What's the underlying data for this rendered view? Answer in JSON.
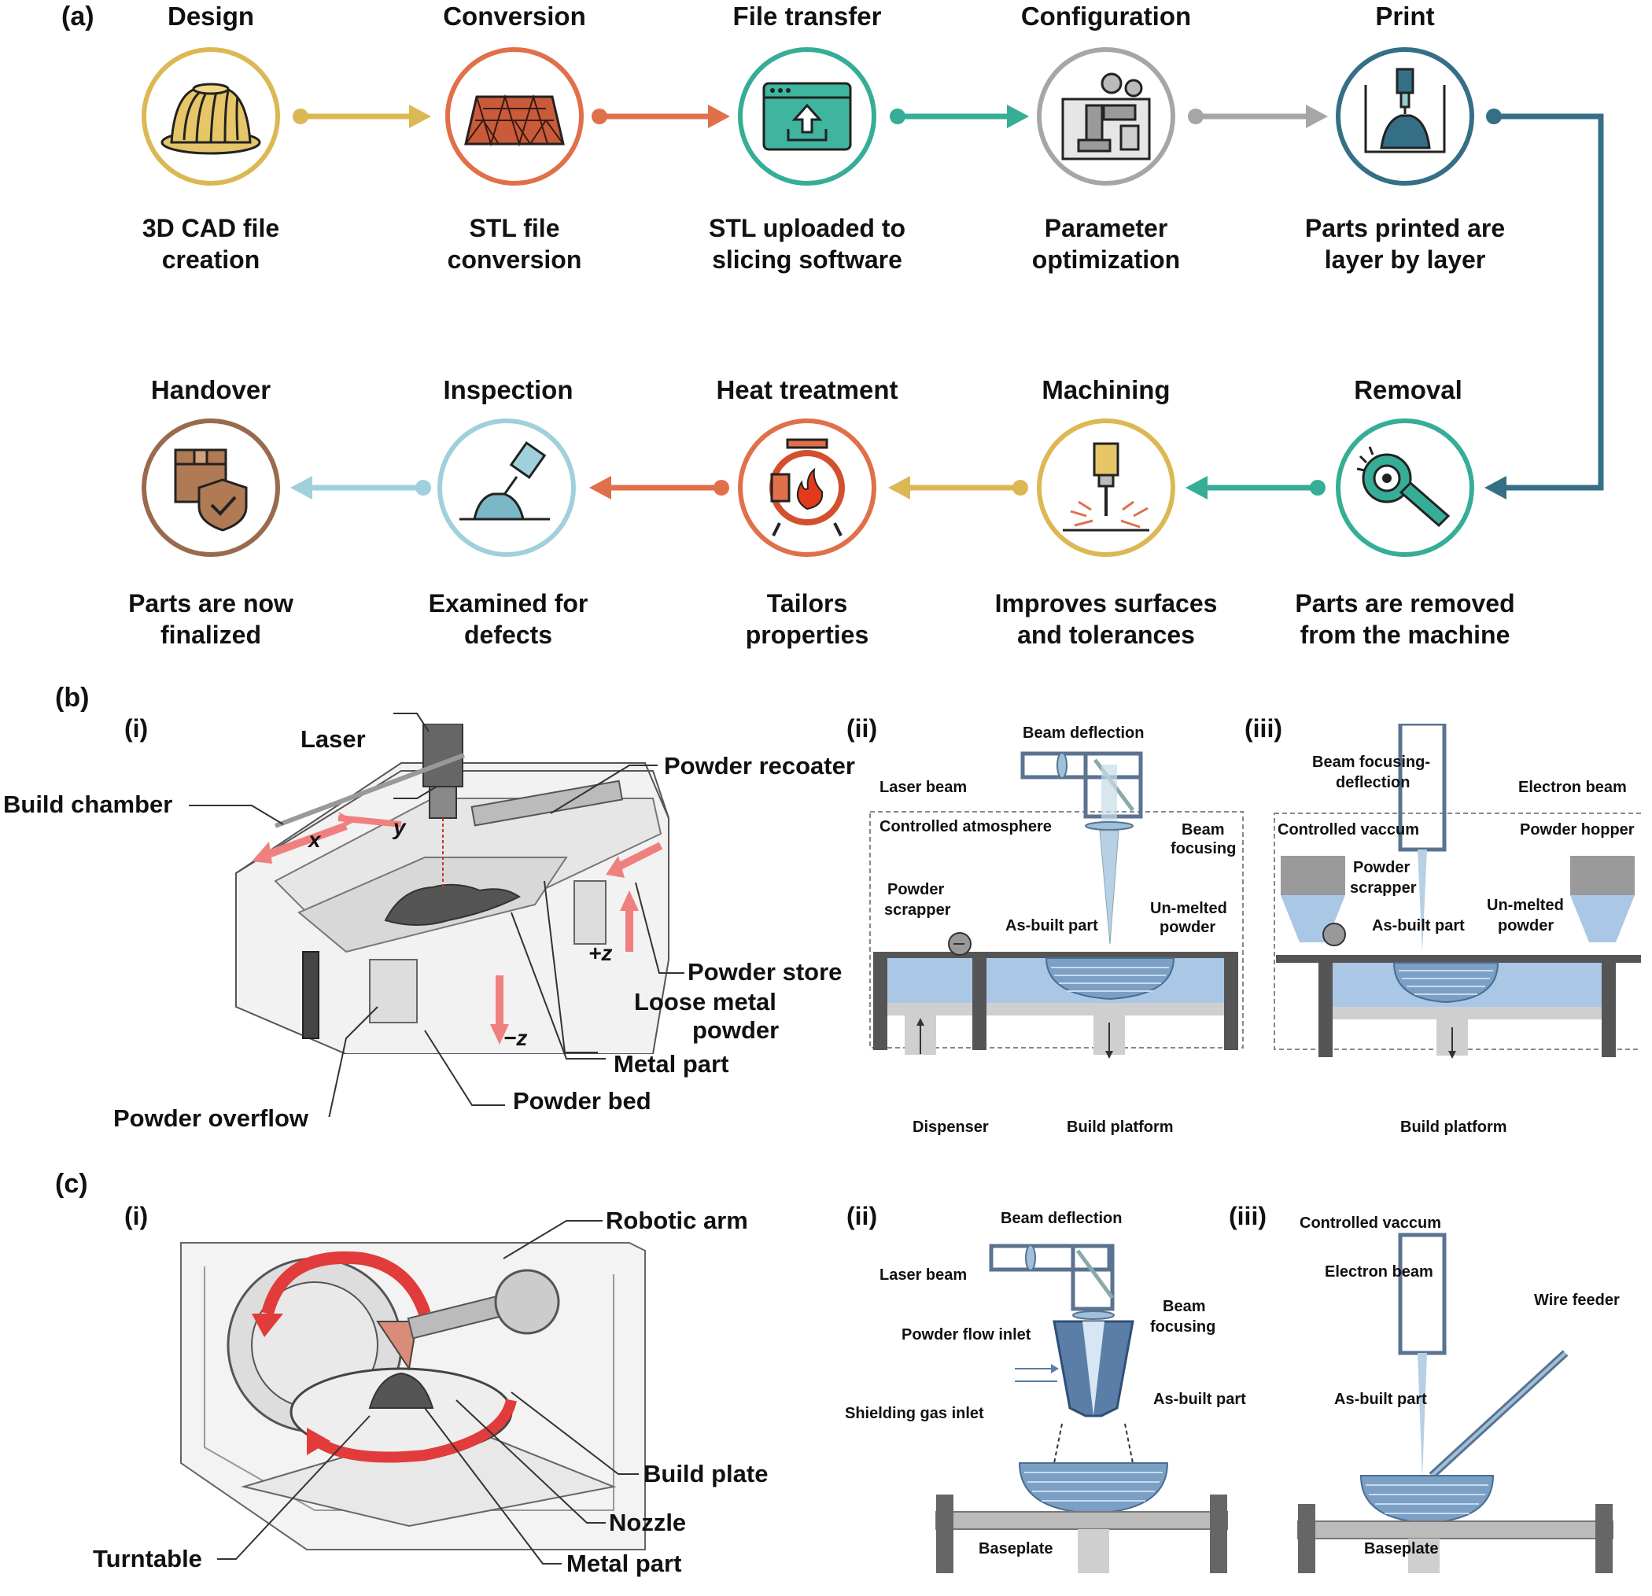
{
  "panel_a": {
    "label": "(a)",
    "steps": [
      {
        "title": "Design",
        "desc1": "3D CAD file",
        "desc2": "creation",
        "color": "#dcb854",
        "icon": "bundt-cad-icon"
      },
      {
        "title": "Conversion",
        "desc1": "STL file",
        "desc2": "conversion",
        "color": "#e0704a",
        "icon": "stl-mesh-icon"
      },
      {
        "title": "File transfer",
        "desc1": "STL uploaded to",
        "desc2": "slicing software",
        "color": "#36ad97",
        "icon": "upload-window-icon"
      },
      {
        "title": "Configuration",
        "desc1": "Parameter",
        "desc2": "optimization",
        "color": "#a6a6a6",
        "icon": "machine-gears-icon"
      },
      {
        "title": "Print",
        "desc1": "Parts printed are",
        "desc2": "layer by layer",
        "color": "#356f86",
        "icon": "print-nozzle-icon"
      },
      {
        "title": "Removal",
        "desc1": "Parts are removed",
        "desc2": "from the machine",
        "color": "#36ad97",
        "icon": "angle-grinder-icon"
      },
      {
        "title": "Machining",
        "desc1": "Improves surfaces",
        "desc2": "and tolerances",
        "color": "#dcb854",
        "icon": "drill-sparks-icon"
      },
      {
        "title": "Heat treatment",
        "desc1": "Tailors",
        "desc2": "properties",
        "color": "#e0704a",
        "icon": "furnace-flame-icon"
      },
      {
        "title": "Inspection",
        "desc1": "Examined for",
        "desc2": "defects",
        "color": "#9fd0dc",
        "icon": "scanner-icon"
      },
      {
        "title": "Handover",
        "desc1": "Parts are now",
        "desc2": "finalized",
        "color": "#9a6a4e",
        "icon": "box-shield-icon"
      }
    ]
  },
  "panel_b": {
    "label": "(b)",
    "sub_i": "(i)",
    "sub_ii": "(ii)",
    "sub_iii": "(iii)",
    "i_labels": {
      "laser": "Laser",
      "build_chamber": "Build chamber",
      "powder_recoater": "Powder recoater",
      "powder_store": "Powder store",
      "loose_metal_powder_1": "Loose metal",
      "loose_metal_powder_2": "powder",
      "metal_part": "Metal part",
      "powder_bed": "Powder bed",
      "powder_overflow": "Powder overflow",
      "axis_x": "x",
      "axis_y": "y",
      "axis_pz": "+z",
      "axis_mz": "−z"
    },
    "ii_labels": {
      "beam_deflection": "Beam deflection",
      "laser_beam": "Laser beam",
      "controlled_atmosphere": "Controlled atmosphere",
      "beam_focusing_1": "Beam",
      "beam_focusing_2": "focusing",
      "powder_scrapper_1": "Powder",
      "powder_scrapper_2": "scrapper",
      "as_built_part": "As-built part",
      "unmelted_1": "Un-melted",
      "unmelted_2": "powder",
      "dispenser": "Dispenser",
      "build_platform": "Build platform"
    },
    "iii_labels": {
      "beam_focusing_deflection_1": "Beam focusing-",
      "beam_focusing_deflection_2": "deflection",
      "electron_beam": "Electron beam",
      "controlled_vaccum": "Controlled vaccum",
      "powder_hopper": "Powder hopper",
      "powder_scrapper_1": "Powder",
      "powder_scrapper_2": "scrapper",
      "as_built_part": "As-built part",
      "unmelted_1": "Un-melted",
      "unmelted_2": "powder",
      "build_platform": "Build platform"
    }
  },
  "panel_c": {
    "label": "(c)",
    "sub_i": "(i)",
    "sub_ii": "(ii)",
    "sub_iii": "(iii)",
    "i_labels": {
      "robotic_arm": "Robotic arm",
      "build_plate": "Build plate",
      "nozzle": "Nozzle",
      "metal_part": "Metal part",
      "turntable": "Turntable"
    },
    "ii_labels": {
      "beam_deflection": "Beam deflection",
      "laser_beam": "Laser beam",
      "beam_focusing_1": "Beam",
      "beam_focusing_2": "focusing",
      "powder_flow_inlet": "Powder flow inlet",
      "shielding_gas_inlet": "Shielding gas inlet",
      "as_built_part": "As-built part",
      "baseplate": "Baseplate"
    },
    "iii_labels": {
      "controlled_vaccum": "Controlled vaccum",
      "electron_beam": "Electron beam",
      "wire_feeder": "Wire feeder",
      "as_built_part": "As-built part",
      "baseplate": "Baseplate"
    }
  }
}
